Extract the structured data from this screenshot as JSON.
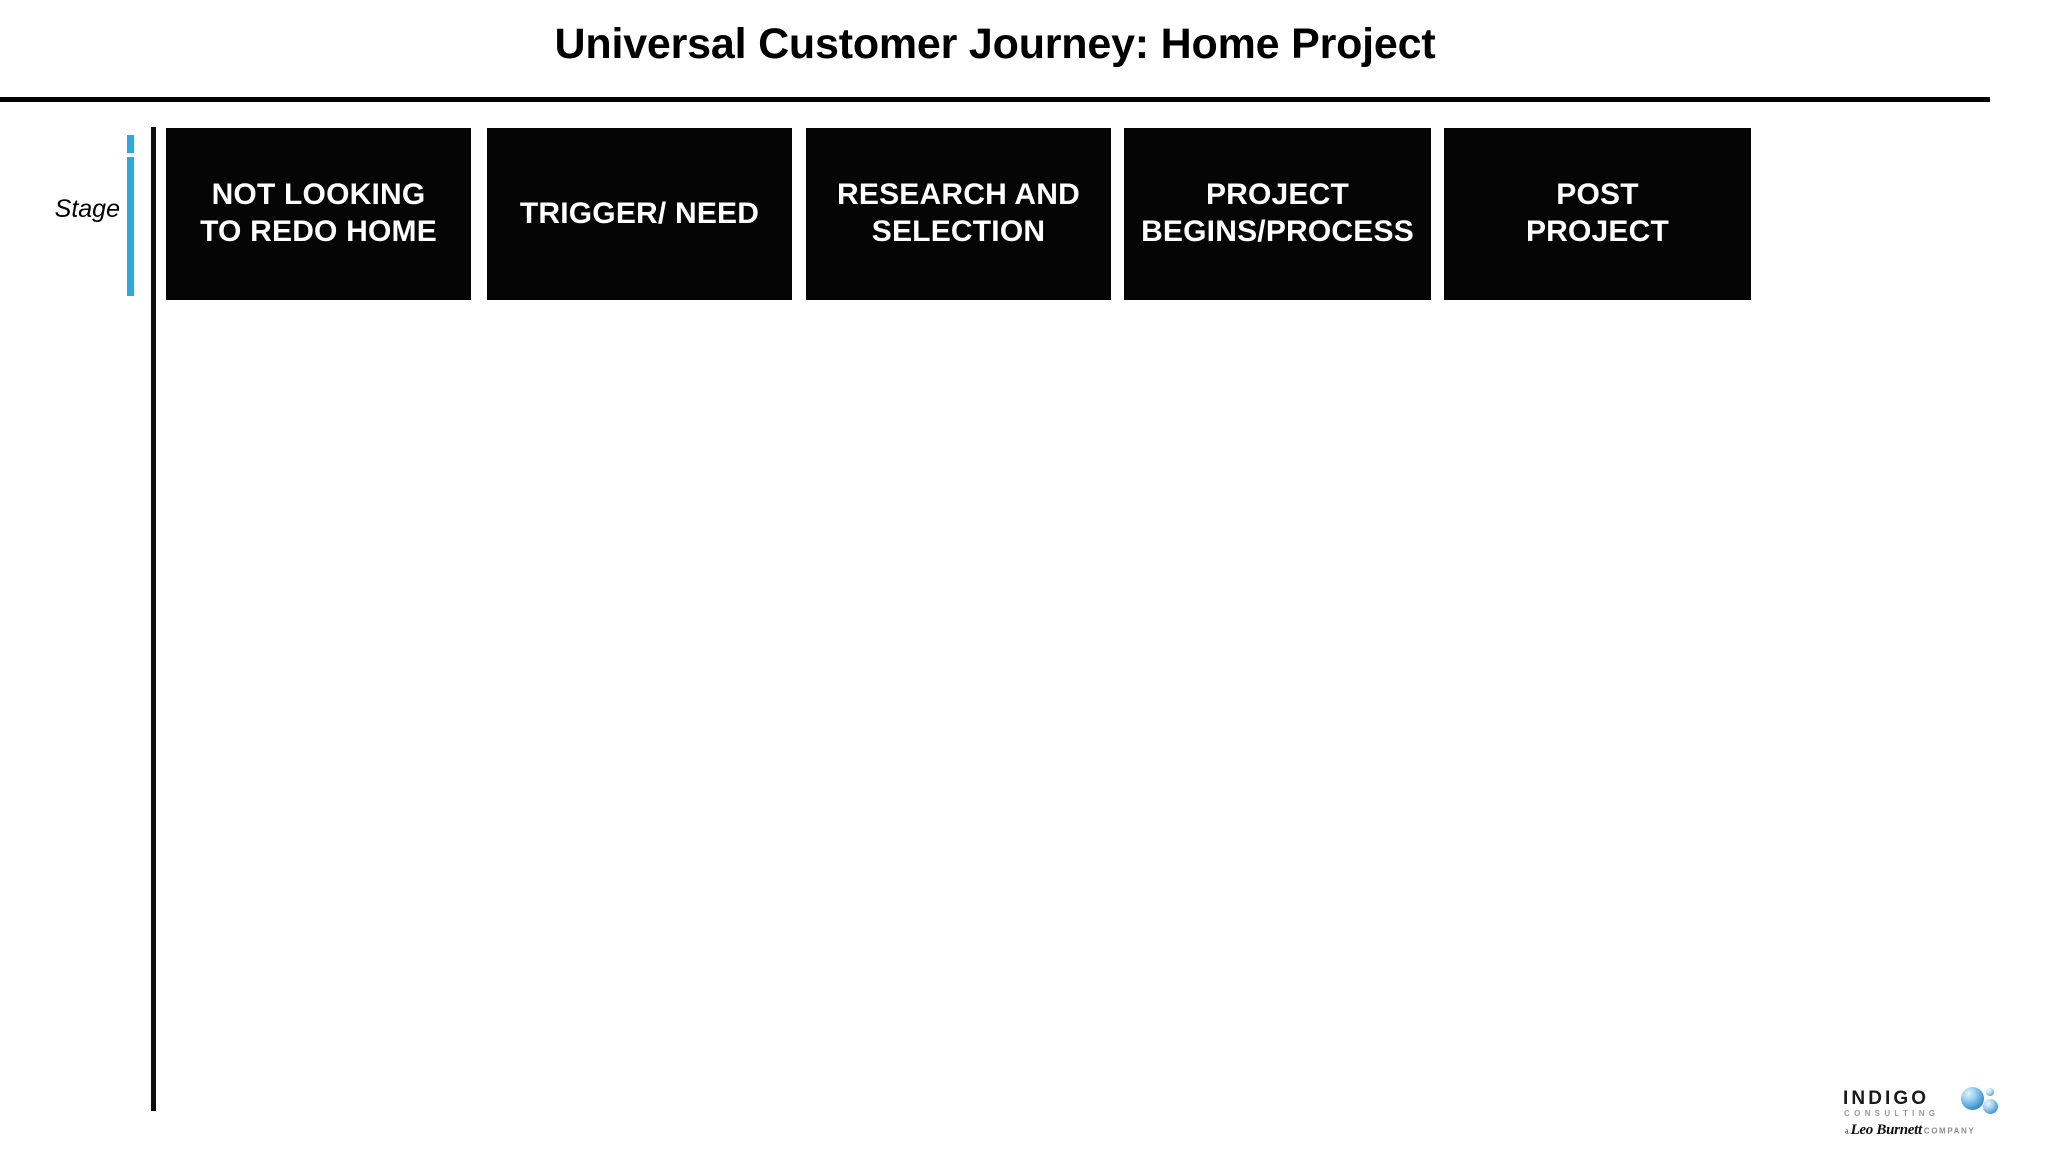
{
  "slide": {
    "title": "Universal Customer Journey: Home Project"
  },
  "stage_row": {
    "row_label": "Stage",
    "accent_color": "#29ABE2",
    "box_fill_color": "#050505",
    "box_text_color": "#FFFFFF",
    "boxes": [
      {
        "label": "NOT LOOKING\nTO REDO HOME"
      },
      {
        "label": "TRIGGER/ NEED"
      },
      {
        "label": "RESEARCH AND\nSELECTION"
      },
      {
        "label": "PROJECT\nBEGINS/PROCESS"
      },
      {
        "label": "POST\nPROJECT"
      }
    ]
  },
  "logo": {
    "wordmark": "INDIGO",
    "subtitle": "CONSULTING",
    "tagline_prefix": "a",
    "tagline_script": "Leo Burnett",
    "tagline_suffix": "COMPANY",
    "sphere_color": "#3F96CF"
  }
}
